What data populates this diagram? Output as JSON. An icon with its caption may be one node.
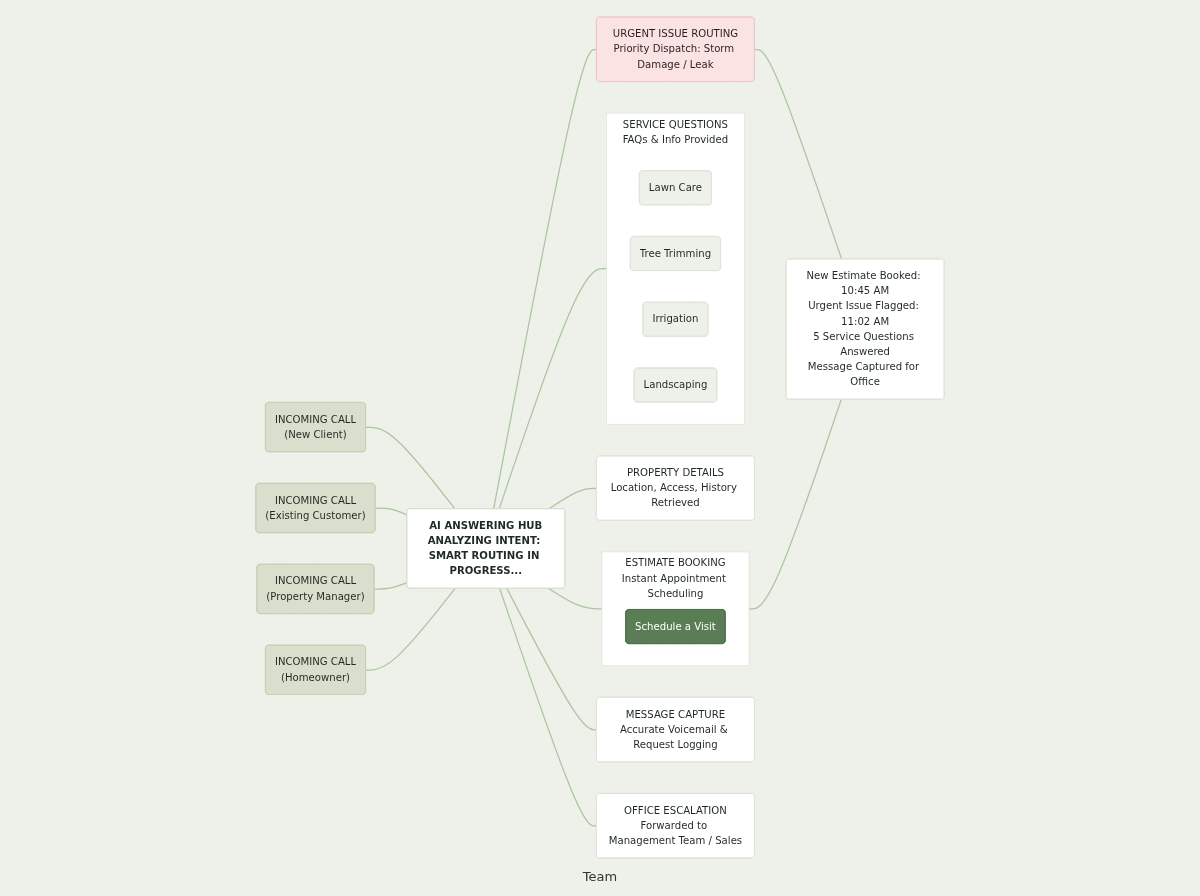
{
  "diagram": {
    "nodes": [
      {
        "text": [
          "INCOMING CALL",
          "(New Client)"
        ]
      },
      {
        "text": [
          "INCOMING CALL",
          "(Existing Customer)"
        ]
      },
      {
        "text": [
          "INCOMING CALL",
          "(Property Manager)"
        ]
      },
      {
        "text": [
          "INCOMING CALL",
          "(Homeowner)"
        ]
      },
      {
        "text": [
          "AI ANSWERING HUB",
          "ANALYZING INTENT: SMART ROUTING IN PROGRESS..."
        ]
      },
      {
        "text": [
          "SERVICE QUESTIONS",
          "FAQs & Info Provided"
        ]
      },
      {
        "text": [
          "Lawn Care"
        ],
        "in": 5
      },
      {
        "text": [
          "Tree Trimming"
        ],
        "in": 5
      },
      {
        "text": [
          "Irrigation"
        ],
        "in": 5
      },
      {
        "text": [
          "Landscaping"
        ],
        "in": 5
      },
      {
        "text": [
          "PROPERTY DETAILS",
          "Location, Access, History Retrieved"
        ]
      },
      {
        "text": [
          "URGENT ISSUE ROUTING",
          "Priority Dispatch: Storm Damage / Leak"
        ]
      },
      {
        "text": [
          "ESTIMATE BOOKING",
          "Instant Appointment Scheduling"
        ]
      },
      {
        "text": [
          "Schedule a Visit"
        ],
        "in": 12
      },
      {
        "text": [
          "MESSAGE CAPTURE",
          "Accurate Voicemail & Request Logging"
        ]
      },
      {
        "text": [
          "OFFICE ESCALATION",
          "Forwarded to Management Team / Sales"
        ]
      },
      {
        "text": [
          "New Estimate Booked: 10:45 AM",
          "Urgent Issue Flagged: 11:02 AM",
          "5 Service Questions Answered",
          "Message Captured for Office"
        ]
      }
    ],
    "edges": [
      {
        "from": 0,
        "to": 4,
        "arrow": "none"
      },
      {
        "from": 1,
        "to": 4,
        "arrow": "none"
      },
      {
        "from": 2,
        "to": 4,
        "arrow": "none"
      },
      {
        "from": 3,
        "to": 4,
        "arrow": "none"
      },
      {
        "from": 4,
        "to": 5,
        "arrow": "none"
      },
      {
        "from": 4,
        "to": 10,
        "arrow": "none"
      },
      {
        "from": 4,
        "to": 11,
        "arrow": "none"
      },
      {
        "from": 4,
        "to": 12,
        "arrow": "none"
      },
      {
        "from": 4,
        "to": 14,
        "arrow": "none"
      },
      {
        "from": 4,
        "to": 15,
        "arrow": "none"
      },
      {
        "from": 11,
        "to": 16,
        "arrow": "none"
      },
      {
        "from": 12,
        "to": 16,
        "arrow": "none"
      }
    ],
    "labels": [
      "Team"
    ]
  }
}
